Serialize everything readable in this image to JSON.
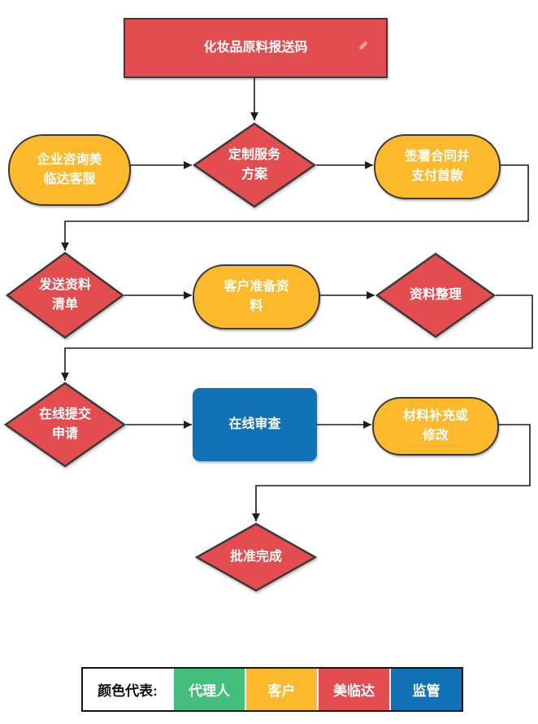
{
  "palette": {
    "red": "#e44d4f",
    "yellow": "#fdb92c",
    "blue": "#1272b6",
    "green": "#44be7d",
    "shape_border": "#3a3a3a",
    "line": "#1c1c1c"
  },
  "flowchart": {
    "nodes": {
      "start": {
        "label": "化妆品原料报送码",
        "shape": "rect",
        "color": "#e44d4f"
      },
      "consult": {
        "label": "企业咨询美临达客服",
        "shape": "stadium",
        "color": "#fdb92c"
      },
      "custom_plan": {
        "label": "定制服务方案",
        "shape": "diamond",
        "color": "#e44d4f"
      },
      "sign_contract": {
        "label": "签署合同并支付首款",
        "shape": "stadium",
        "color": "#fdb92c"
      },
      "send_list": {
        "label": "发送资料清单",
        "shape": "diamond",
        "color": "#e44d4f"
      },
      "prepare_docs": {
        "label": "客户准备资料",
        "shape": "stadium",
        "color": "#fdb92c"
      },
      "organize_docs": {
        "label": "资料整理",
        "shape": "diamond",
        "color": "#e44d4f"
      },
      "submit_online": {
        "label": "在线提交申请",
        "shape": "diamond",
        "color": "#e44d4f"
      },
      "online_review": {
        "label": "在线审查",
        "shape": "rect",
        "color": "#1272b6"
      },
      "supplement": {
        "label": "材料补充或修改",
        "shape": "stadium",
        "color": "#fdb92c"
      },
      "approved": {
        "label": "批准完成",
        "shape": "diamond",
        "color": "#e44d4f"
      }
    },
    "icons": {
      "edit": "edit-pencil-icon"
    }
  },
  "legend": {
    "label": "颜色代表:",
    "items": [
      {
        "label": "代理人",
        "color": "#44be7d"
      },
      {
        "label": "客户",
        "color": "#fdb92c"
      },
      {
        "label": "美临达",
        "color": "#e44d4f"
      },
      {
        "label": "监管",
        "color": "#1272b6"
      }
    ]
  }
}
